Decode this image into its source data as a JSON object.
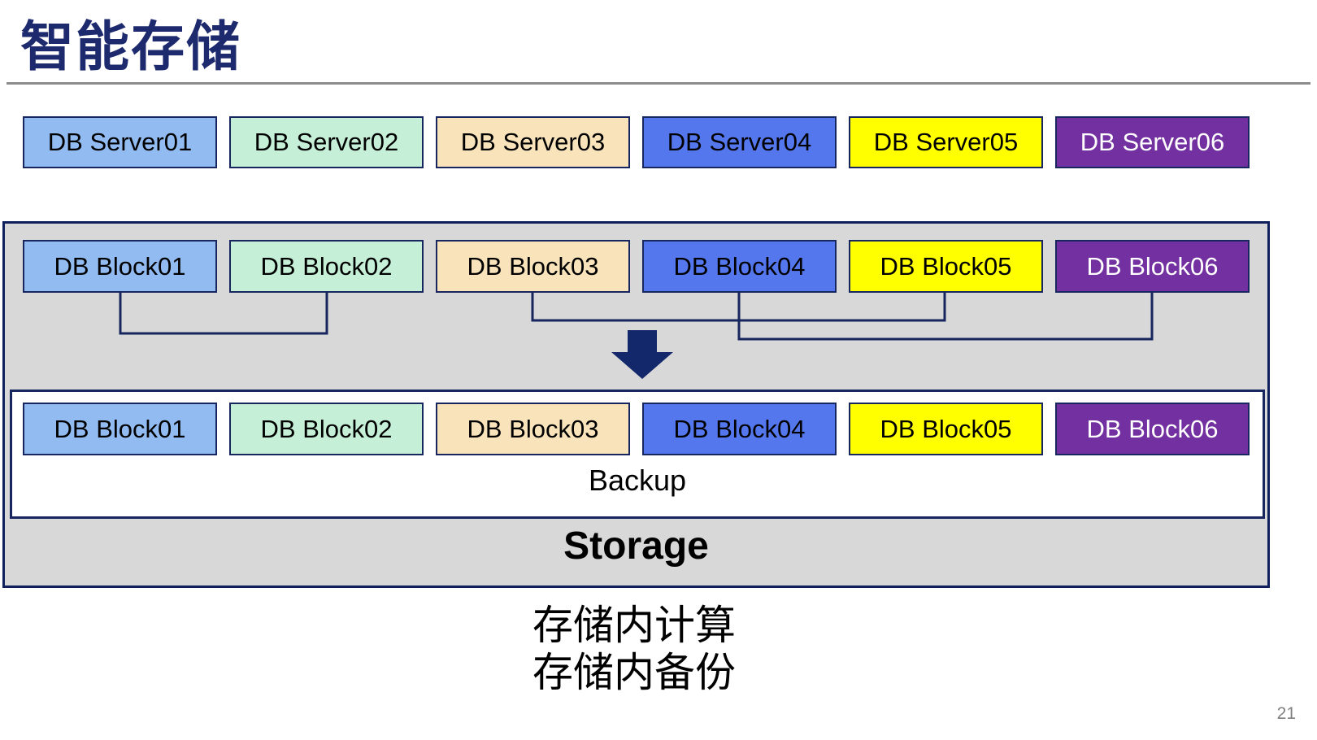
{
  "slide": {
    "title": "智能存储",
    "page_number": "21",
    "caption_lines": [
      "存储内计算",
      "存储内备份"
    ]
  },
  "servers": [
    {
      "label": "DB Server01",
      "fill": "#92bbf1",
      "text_color": "#000000"
    },
    {
      "label": "DB Server02",
      "fill": "#c5efd6",
      "text_color": "#000000"
    },
    {
      "label": "DB Server03",
      "fill": "#f8e3bb",
      "text_color": "#000000"
    },
    {
      "label": "DB Server04",
      "fill": "#5577ee",
      "text_color": "#000000"
    },
    {
      "label": "DB Server05",
      "fill": "#ffff00",
      "text_color": "#000000"
    },
    {
      "label": "DB Server06",
      "fill": "#7330a0",
      "text_color": "#ffffff"
    }
  ],
  "storage_unit": {
    "label": "Storage",
    "backup_label": "Backup",
    "blocks_top": [
      {
        "label": "DB Block01",
        "fill": "#92bbf1",
        "text_color": "#000000"
      },
      {
        "label": "DB Block02",
        "fill": "#c5efd6",
        "text_color": "#000000"
      },
      {
        "label": "DB Block03",
        "fill": "#f8e3bb",
        "text_color": "#000000"
      },
      {
        "label": "DB Block04",
        "fill": "#5577ee",
        "text_color": "#000000"
      },
      {
        "label": "DB Block05",
        "fill": "#ffff00",
        "text_color": "#000000"
      },
      {
        "label": "DB Block06",
        "fill": "#7330a0",
        "text_color": "#ffffff"
      }
    ],
    "blocks_bottom": [
      {
        "label": "DB Block01",
        "fill": "#92bbf1",
        "text_color": "#000000"
      },
      {
        "label": "DB Block02",
        "fill": "#c5efd6",
        "text_color": "#000000"
      },
      {
        "label": "DB Block03",
        "fill": "#f8e3bb",
        "text_color": "#000000"
      },
      {
        "label": "DB Block04",
        "fill": "#5577ee",
        "text_color": "#000000"
      },
      {
        "label": "DB Block05",
        "fill": "#ffff00",
        "text_color": "#000000"
      },
      {
        "label": "DB Block06",
        "fill": "#7330a0",
        "text_color": "#ffffff"
      }
    ]
  },
  "colors": {
    "title": "#1e2a6e",
    "box_border": "#17265e",
    "container_fill": "#d8d8d8",
    "container_border": "#0f205c",
    "connector": "#17265e",
    "arrow": "#13286b",
    "divider": "#8c8c8c",
    "page_number": "#808080",
    "caption_text": "#000000"
  }
}
